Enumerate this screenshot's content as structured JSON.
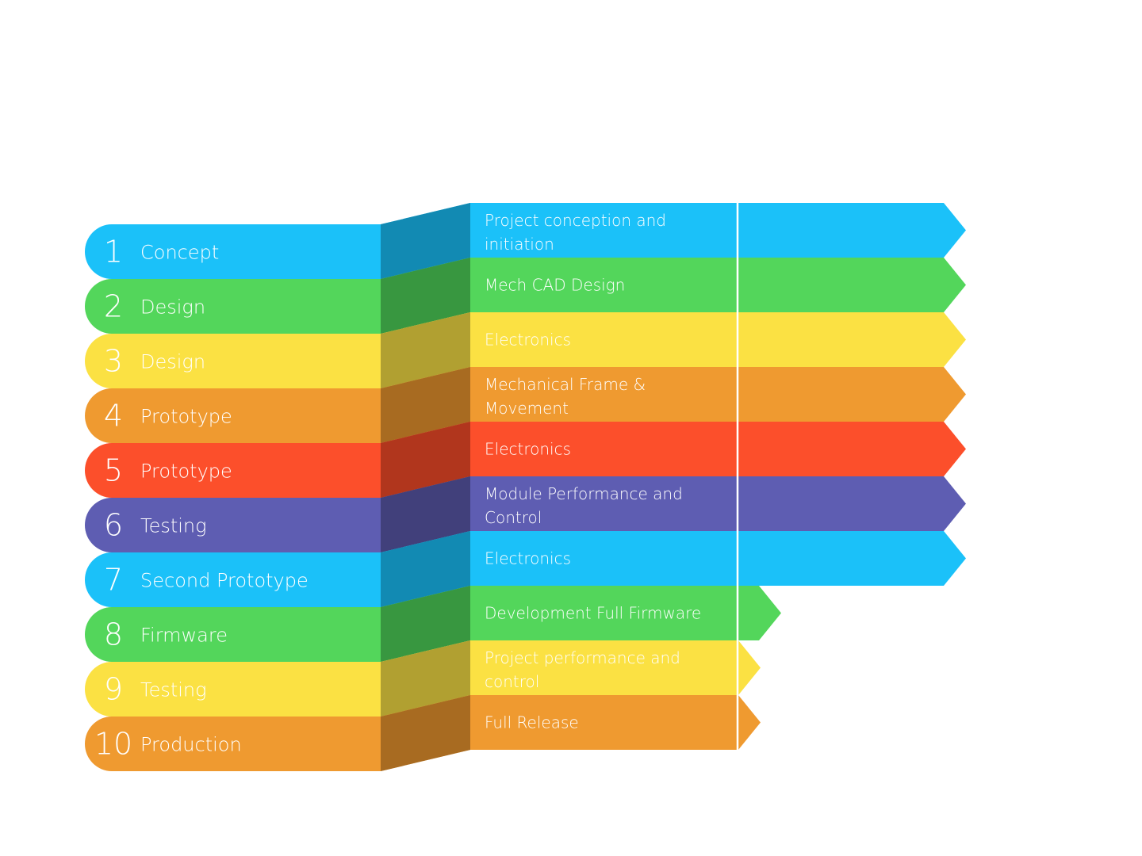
{
  "stages": [
    {
      "number": "1",
      "name": "Concept",
      "task": [
        "Project conception and",
        "initiation"
      ],
      "color": "#1BC1F9",
      "dark": "#128AB3",
      "arrow": "long"
    },
    {
      "number": "2",
      "name": "Design",
      "task": [
        "Mech CAD Design"
      ],
      "color": "#53D65B",
      "dark": "#389740",
      "arrow": "long"
    },
    {
      "number": "3",
      "name": "Design",
      "task": [
        "Electronics"
      ],
      "color": "#FBE143",
      "dark": "#B1A031",
      "arrow": "long"
    },
    {
      "number": "4",
      "name": "Prototype",
      "task": [
        "Mechanical Frame &",
        "Movement"
      ],
      "color": "#EF9A30",
      "dark": "#A86B21",
      "arrow": "long"
    },
    {
      "number": "5",
      "name": "Prototype",
      "task": [
        "Electronics"
      ],
      "color": "#FC4F2B",
      "dark": "#B1361D",
      "arrow": "long"
    },
    {
      "number": "6",
      "name": "Testing",
      "task": [
        "Module Performance and",
        "Control"
      ],
      "color": "#5E5DB2",
      "dark": "#41407B",
      "arrow": "long"
    },
    {
      "number": "7",
      "name": "Second Prototype",
      "task": [
        "Electronics"
      ],
      "color": "#1BC1F9",
      "dark": "#128AB3",
      "arrow": "long"
    },
    {
      "number": "8",
      "name": "Firmware",
      "task": [
        "Development Full Firmware"
      ],
      "color": "#53D65B",
      "dark": "#389740",
      "arrow": "medium"
    },
    {
      "number": "9",
      "name": "Testing",
      "task": [
        "Project performance and",
        "control"
      ],
      "color": "#FBE143",
      "dark": "#B1A031",
      "arrow": "short"
    },
    {
      "number": "10",
      "name": "Production",
      "task": [
        "Full Release"
      ],
      "color": "#EF9A30",
      "dark": "#A86B21",
      "arrow": "short"
    }
  ]
}
